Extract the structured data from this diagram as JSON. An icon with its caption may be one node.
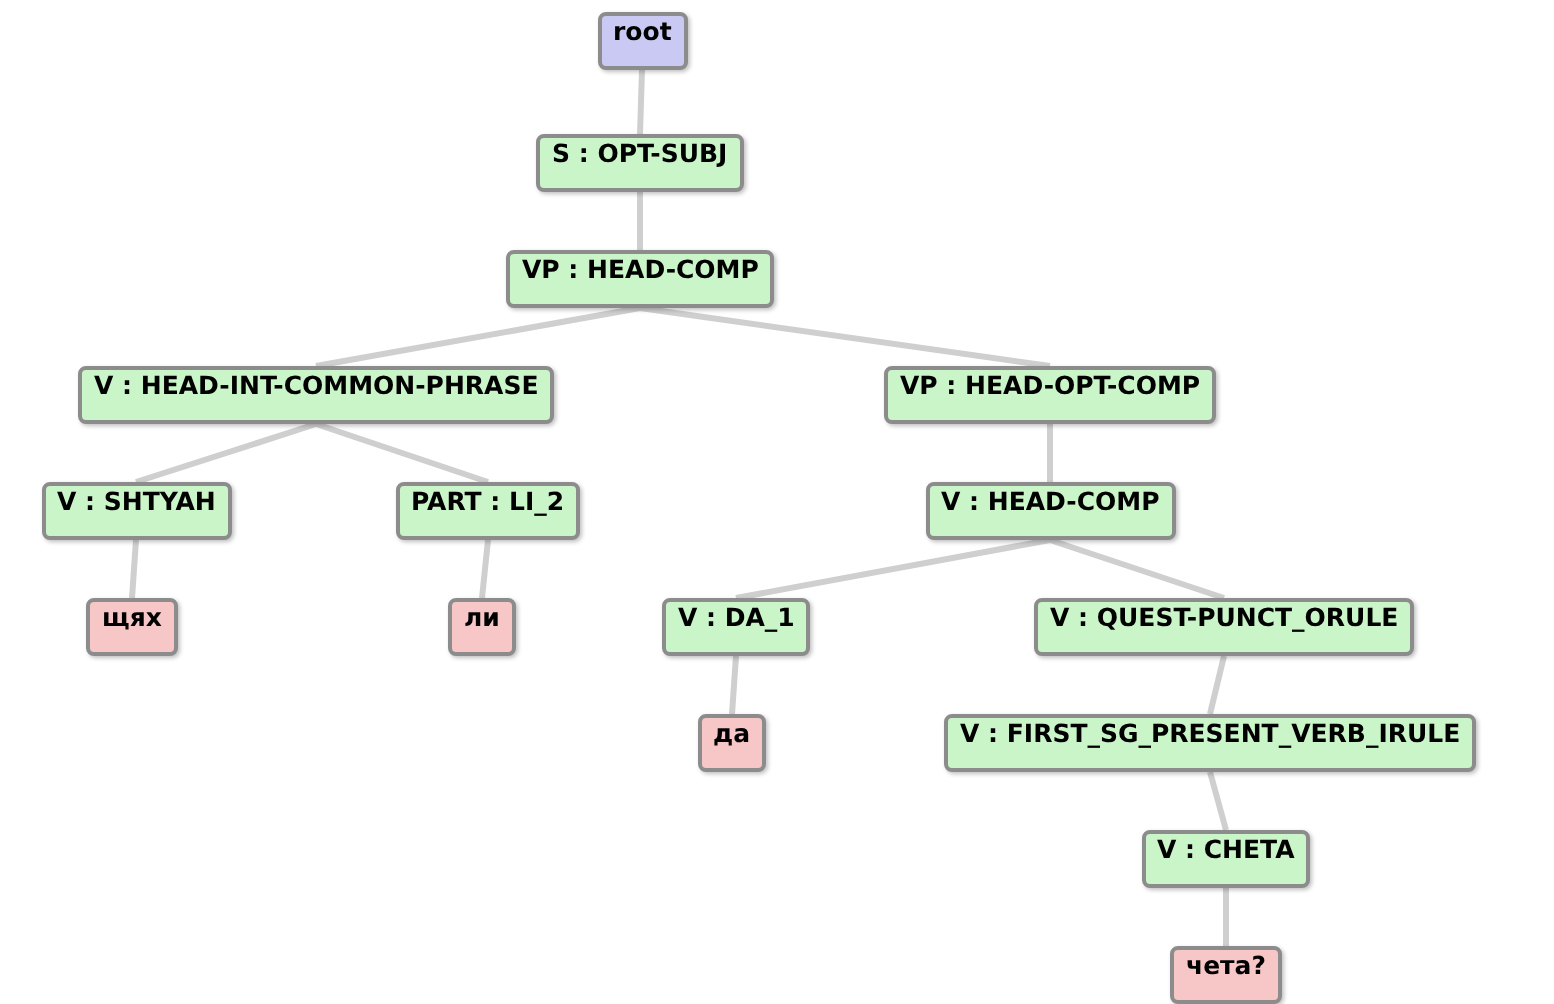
{
  "diagram": {
    "nodes": [
      {
        "text": [
          "root"
        ]
      },
      {
        "text": [
          "S : OPT-SUBJ"
        ]
      },
      {
        "text": [
          "VP : HEAD-COMP"
        ]
      },
      {
        "text": [
          "V : HEAD-INT-COMMON-PHRASE"
        ]
      },
      {
        "text": [
          "VP : HEAD-OPT-COMP"
        ]
      },
      {
        "text": [
          "V : SHTYAH"
        ]
      },
      {
        "text": [
          "PART : LI_2"
        ]
      },
      {
        "text": [
          "V : HEAD-COMP"
        ]
      },
      {
        "text": [
          "щях"
        ]
      },
      {
        "text": [
          "ли"
        ]
      },
      {
        "text": [
          "V : DA_1"
        ]
      },
      {
        "text": [
          "V : QUEST-PUNCT_ORULE"
        ]
      },
      {
        "text": [
          "да"
        ]
      },
      {
        "text": [
          "V : FIRST_SG_PRESENT_VERB_IRULE"
        ]
      },
      {
        "text": [
          "V : CHETA"
        ]
      },
      {
        "text": [
          "чета?"
        ]
      }
    ],
    "edges": [
      {
        "from": 0,
        "to": 1,
        "arrow": "none"
      },
      {
        "from": 1,
        "to": 2,
        "arrow": "none"
      },
      {
        "from": 2,
        "to": 3,
        "arrow": "none"
      },
      {
        "from": 2,
        "to": 4,
        "arrow": "none"
      },
      {
        "from": 3,
        "to": 5,
        "arrow": "none"
      },
      {
        "from": 3,
        "to": 6,
        "arrow": "none"
      },
      {
        "from": 4,
        "to": 7,
        "arrow": "none"
      },
      {
        "from": 5,
        "to": 8,
        "arrow": "none"
      },
      {
        "from": 6,
        "to": 9,
        "arrow": "none"
      },
      {
        "from": 7,
        "to": 10,
        "arrow": "none"
      },
      {
        "from": 7,
        "to": 11,
        "arrow": "none"
      },
      {
        "from": 10,
        "to": 12,
        "arrow": "none"
      },
      {
        "from": 11,
        "to": 13,
        "arrow": "none"
      },
      {
        "from": 13,
        "to": 14,
        "arrow": "none"
      },
      {
        "from": 14,
        "to": 15,
        "arrow": "none"
      }
    ]
  }
}
